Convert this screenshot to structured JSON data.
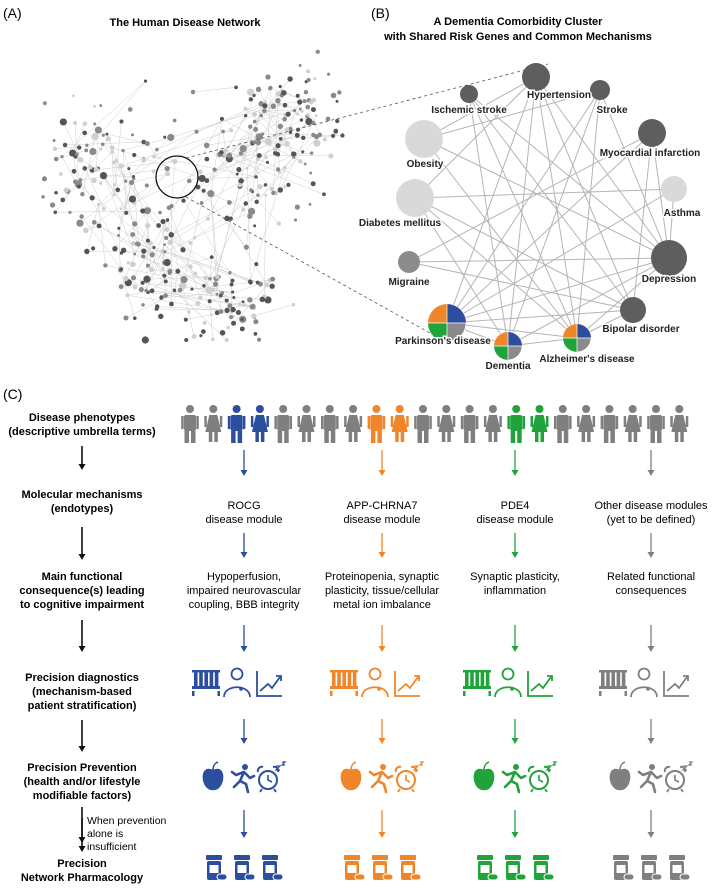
{
  "panels": {
    "a": {
      "tag": "(A)",
      "title": "The Human Disease Network"
    },
    "b": {
      "tag": "(B)",
      "title_line1": "A Dementia Comorbidity Cluster",
      "title_line2": "with Shared Risk Genes and Common Mechanisms"
    },
    "c": {
      "tag": "(C)"
    }
  },
  "colors": {
    "blue": "#2b4f9e",
    "orange": "#f0862a",
    "green": "#21a33c",
    "gray": "#7f7f7f",
    "dark_node": "#5e5e5e",
    "light_node": "#d9d9d9"
  },
  "cluster": {
    "nodes": [
      {
        "id": "hypertension",
        "label": "Hypertension",
        "shade": "dark"
      },
      {
        "id": "ischemic",
        "label": "Ischemic stroke",
        "shade": "dark"
      },
      {
        "id": "stroke",
        "label": "Stroke",
        "shade": "dark"
      },
      {
        "id": "mi",
        "label": "Myocardial infarction",
        "shade": "dark"
      },
      {
        "id": "obesity",
        "label": "Obesity",
        "shade": "light"
      },
      {
        "id": "asthma",
        "label": "Asthma",
        "shade": "light"
      },
      {
        "id": "diabetes",
        "label": "Diabetes mellitus",
        "shade": "light"
      },
      {
        "id": "depression",
        "label": "Depression",
        "shade": "dark"
      },
      {
        "id": "migraine",
        "label": "Migraine",
        "shade": "mid"
      },
      {
        "id": "bipolar",
        "label": "Bipolar disorder",
        "shade": "dark"
      },
      {
        "id": "parkinson",
        "label": "Parkinson's disease",
        "shade": "pie"
      },
      {
        "id": "alzheimer",
        "label": "Alzheimer's disease",
        "shade": "pie"
      },
      {
        "id": "dementia",
        "label": "Dementia",
        "shade": "pie"
      }
    ]
  },
  "rows": [
    {
      "line1": "Disease phenotypes",
      "line2": "(descriptive umbrella terms)"
    },
    {
      "line1": "Molecular mechanisms",
      "line2": "(endotypes)"
    },
    {
      "line1": "Main functional",
      "line2": "consequence(s) leading",
      "line3": "to cognitive impairment"
    },
    {
      "line1": "Precision diagnostics",
      "line2": "(mechanism-based",
      "line3": "patient stratification)"
    },
    {
      "line1": "Precision Prevention",
      "line2": "(health and/or lifestyle",
      "line3": "modifiable factors)"
    },
    {
      "line1": "Precision",
      "line2": "Network Pharmacology"
    }
  ],
  "insufficient_note": {
    "line1": "When prevention",
    "line2": "alone is",
    "line3": "insufficient"
  },
  "columns": [
    {
      "color": "blue",
      "module_line1": "ROCG",
      "module_line2": "disease module",
      "consequence_line1": "Hypoperfusion,",
      "consequence_line2": "impaired neurovascular",
      "consequence_line3": "coupling, BBB integrity"
    },
    {
      "color": "orange",
      "module_line1": "APP-CHRNA7",
      "module_line2": "disease module",
      "consequence_line1": "Proteinopenia, synaptic",
      "consequence_line2": "plasticity, tissue/cellular",
      "consequence_line3": "metal ion imbalance"
    },
    {
      "color": "green",
      "module_line1": "PDE4",
      "module_line2": "disease module",
      "consequence_line1": "Synaptic plasticity,",
      "consequence_line2": "inflammation",
      "consequence_line3": ""
    },
    {
      "color": "gray",
      "module_line1": "Other disease modules",
      "module_line2": "(yet to be defined)",
      "consequence_line1": "Related functional",
      "consequence_line2": "consequences",
      "consequence_line3": ""
    }
  ]
}
